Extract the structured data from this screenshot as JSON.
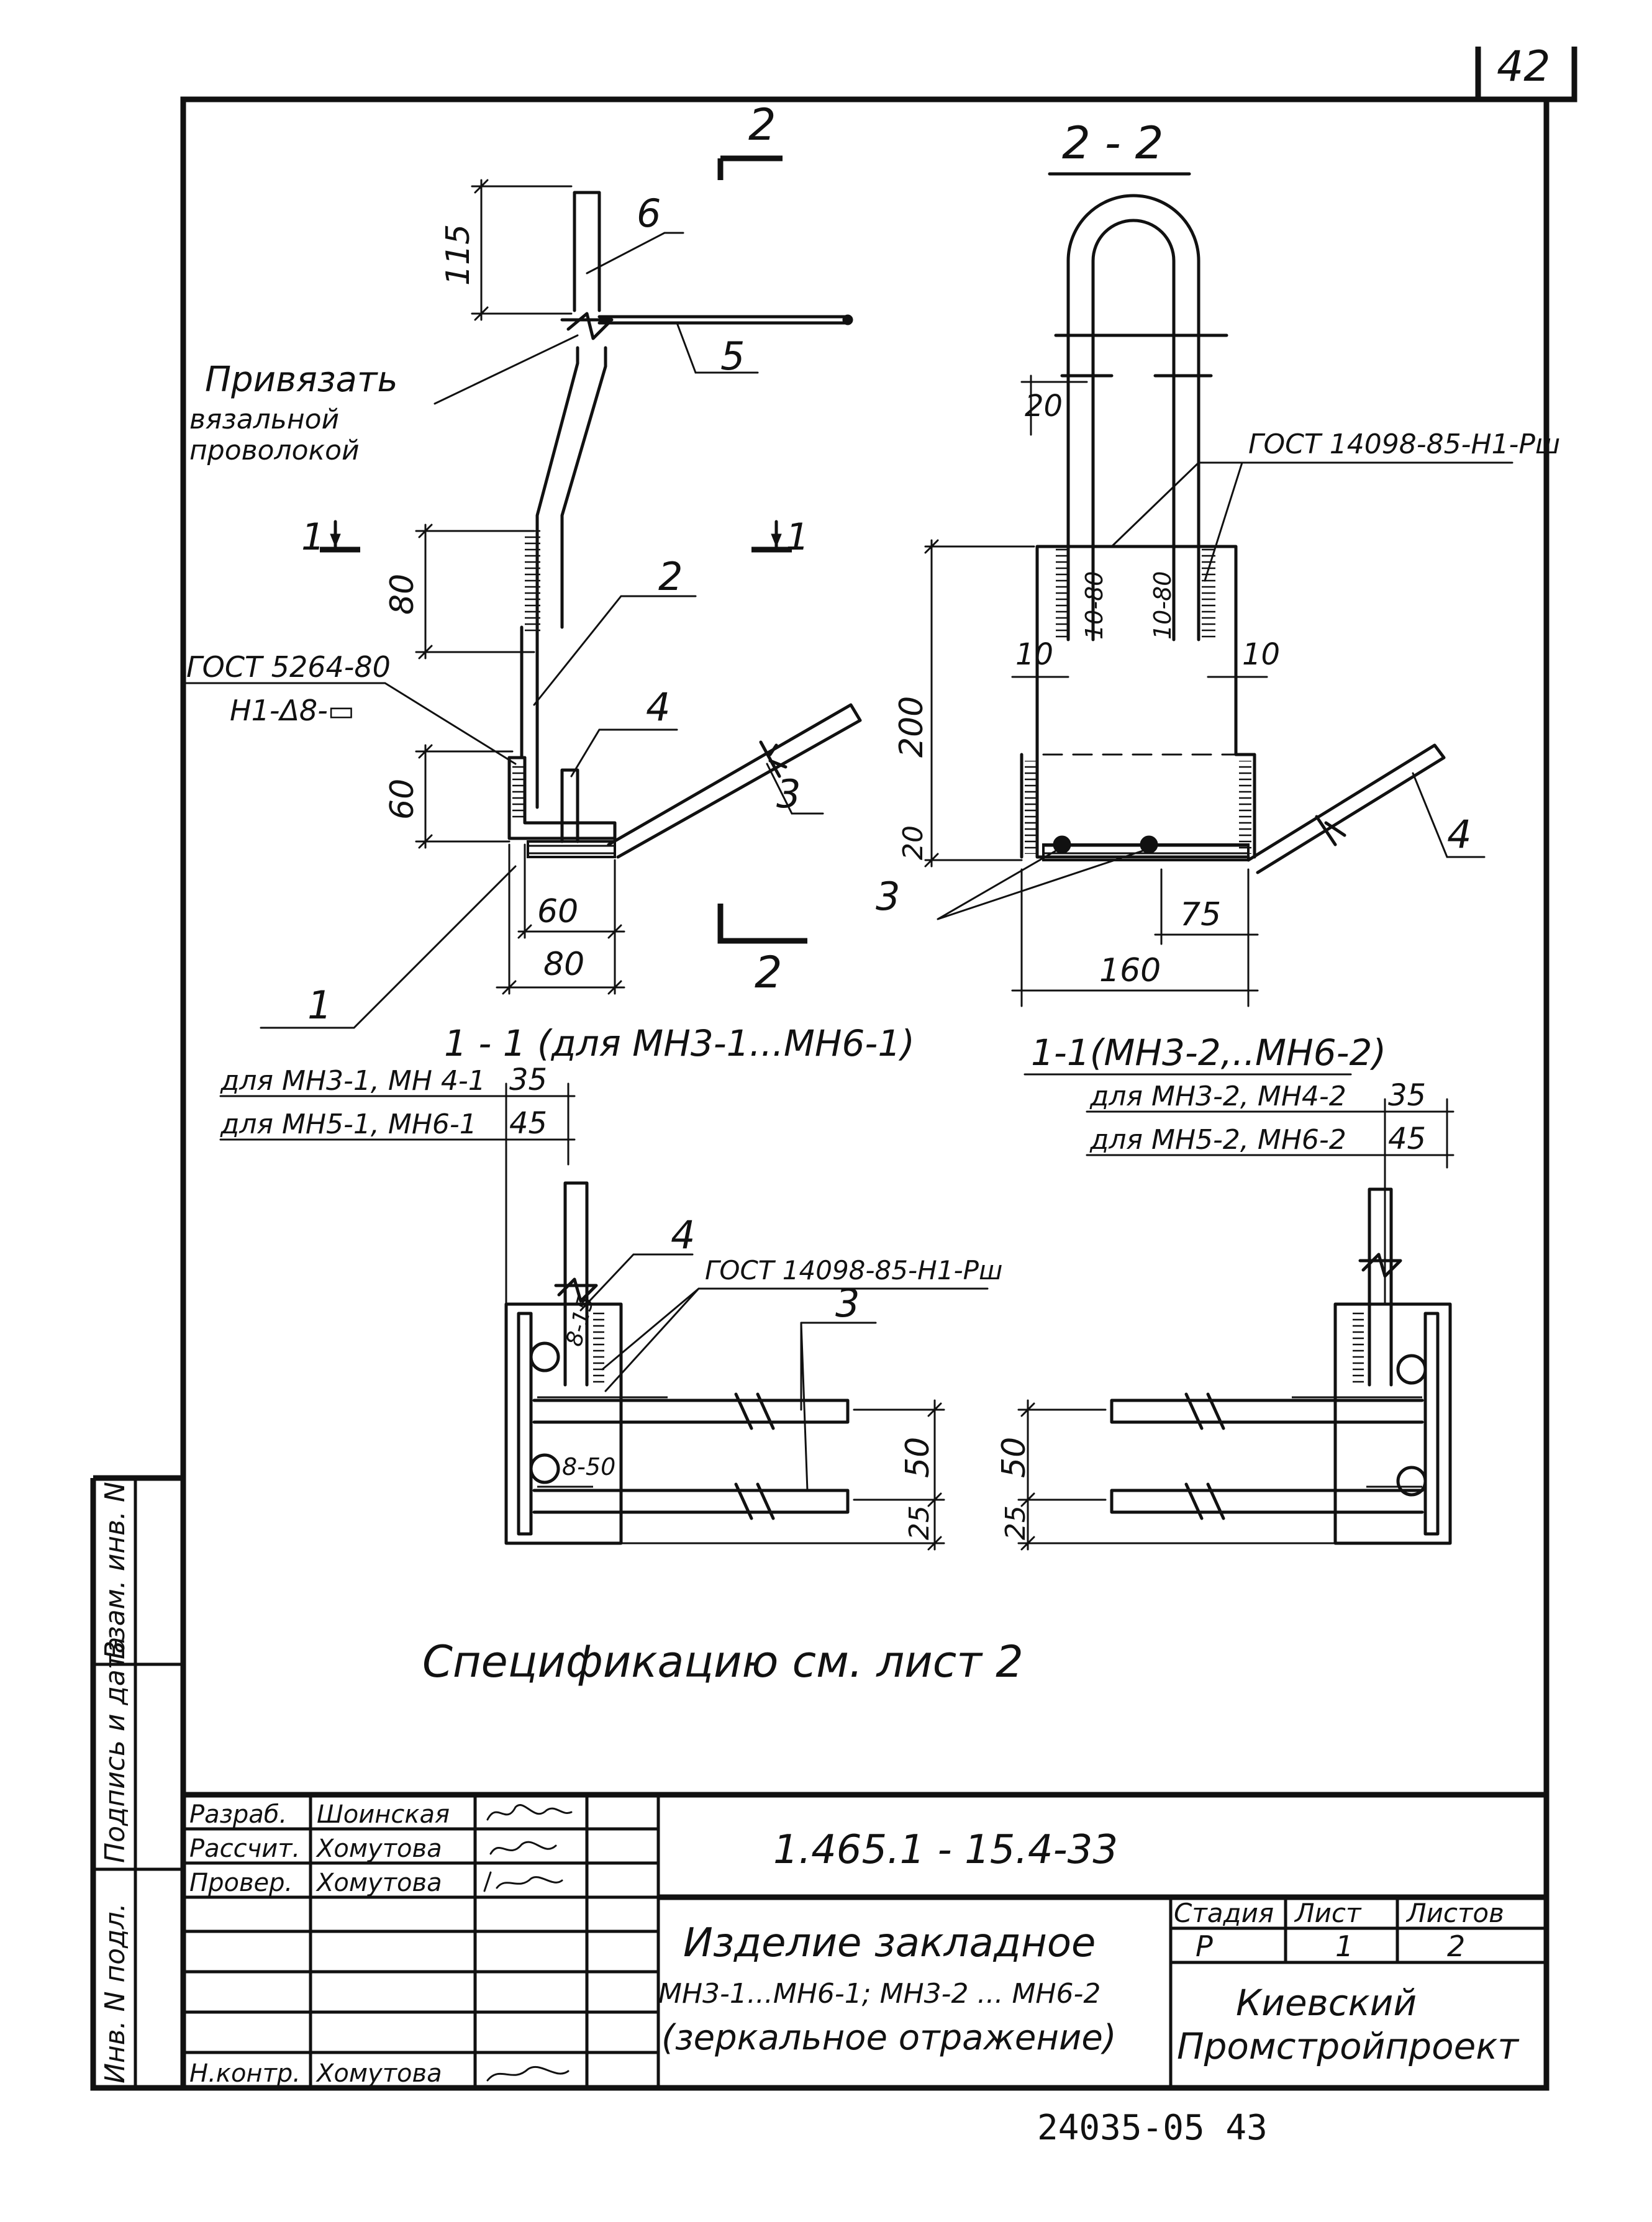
{
  "page_number": "42",
  "views": {
    "main_cut_mark": "2",
    "section_22": "2 - 2",
    "section_11_a": "1 - 1 (для МН3-1...МН6-1)",
    "section_11_b": "1-1(МН3-2,..МН6-2)",
    "cut_1_mark": "1"
  },
  "annotations": {
    "tie_note_1": "Привязать",
    "tie_note_2": "вязальной",
    "tie_note_3": "проволокой",
    "weld_std_1": "ГОСТ 5264-80",
    "weld_std_2": "Н1-Δ8-▭",
    "weld_std_3": "ГОСТ 14098-85-Н1-Рш",
    "weld_std_4": "ГОСТ 14098-85-Н1-Рш",
    "weld_len_10_80": "10-80",
    "weld_len_8_15": "8-15",
    "weld_len_8_50": "8-50",
    "spec_note": "Спецификацию  см.  лист  2"
  },
  "positions": {
    "p1": "1",
    "p2": "2",
    "p3": "3",
    "p4": "4",
    "p5": "5",
    "p6": "6"
  },
  "dimensions": {
    "d115": "115",
    "d80v": "80",
    "d60v": "60",
    "d60h": "60",
    "d80h": "80",
    "d20a": "20",
    "d200": "200",
    "d20b": "20",
    "d10a": "10",
    "d10b": "10",
    "d75": "75",
    "d160": "160",
    "for_mn3_1": "для МН3-1, МН 4-1",
    "for_mn5_1": "для МН5-1, МН6-1",
    "d35a": "35",
    "d45a": "45",
    "for_mn3_2": "для МН3-2, МН4-2",
    "for_mn5_2": "для МН5-2, МН6-2",
    "d35b": "35",
    "d45b": "45",
    "d50a": "50",
    "d25a": "25",
    "d50b": "50",
    "d25b": "25"
  },
  "side_stamp": {
    "f1": "Инв. N подл.",
    "f2": "Подпись и дата",
    "f3": "Взам. инв. N"
  },
  "title_block": {
    "roles": [
      "Разраб.",
      "Рассчит.",
      "Провер.",
      "",
      "",
      "",
      "Н.контр."
    ],
    "names": [
      "Шоинская",
      "Хомутова",
      "Хомутова",
      "",
      "",
      "",
      "Хомутова"
    ],
    "document_code": "1.465.1 - 15.4-33",
    "title_1": "Изделие закладное",
    "title_2": "МН3-1...МН6-1; МН3-2 ... МН6-2",
    "title_3": "(зеркальное отражение)",
    "stage_label": "Стадия",
    "sheet_label": "Лист",
    "sheets_label": "Листов",
    "stage": "Р",
    "sheet": "1",
    "sheets": "2",
    "org_1": "Киевский",
    "org_2": "Промстройпроект",
    "archive_number": "24035-05  43"
  }
}
